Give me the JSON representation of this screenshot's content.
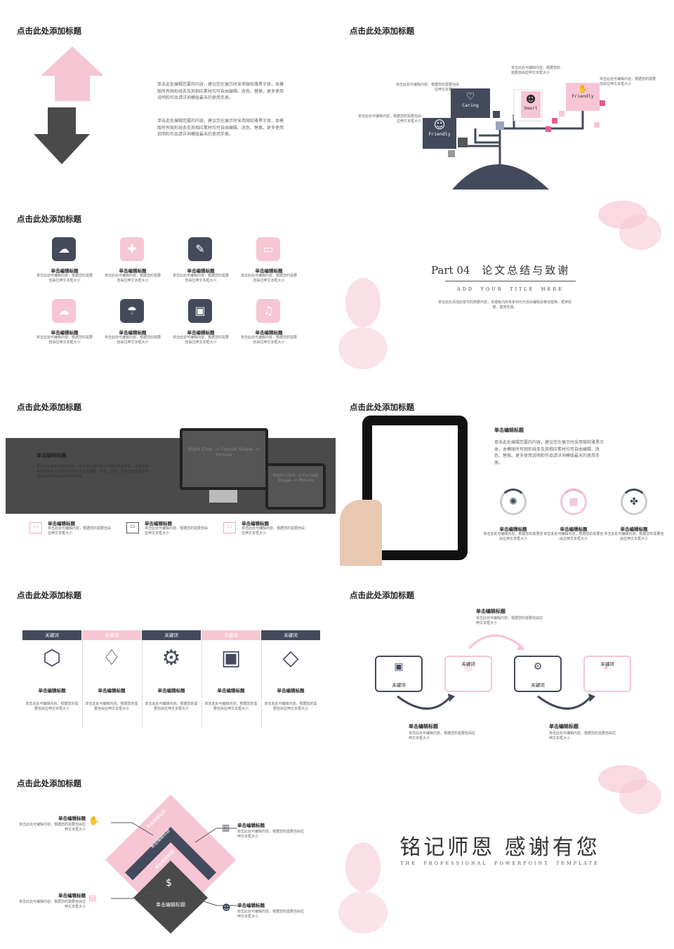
{
  "colors": {
    "dark": "#434a5c",
    "pink": "#f6c6d4",
    "gray": "#555555"
  },
  "slide1": {
    "title": "点击此处添加标题",
    "para1": "单击此处编辑您要的内容，建议您在展示时采用微软雅黑字体，本模版所有图形线条及其相应素材均可自由编辑、改色、替换。更多使用说明和作品请详询模版最末的使用手册。",
    "para2": "单击此处编辑您要的内容，建议您在展示时采用微软雅黑字体，本模版所有图形线条及其相应素材均可自由编辑、改色、替换。更多使用说明和作品请详询模版最末的使用手册。"
  },
  "slide2": {
    "title": "点击此处添加标题",
    "labels": {
      "caring": "Caring",
      "smart": "Smart",
      "friendly1": "Friendly",
      "friendly2": "Friendly"
    },
    "text_top": "单击此处可编辑内容，根据您的需要自由拉伸文本框大小",
    "text_right": "单击此处可编辑内容，根据您的需要自由拉伸文本框大小",
    "text_mid": "单击此处可编辑内容，根据您的需要自由拉伸文本框大小",
    "text_left": "单击此处可编辑内容，根据您的需要自由拉伸文本框大小"
  },
  "slide3": {
    "title": "点击此处添加标题",
    "items": [
      {
        "title": "单击编辑标题",
        "text": "单击此处可编辑内容，根据您的需要自由拉伸文本框大小",
        "icon": "cloud-download-icon"
      },
      {
        "title": "单击编辑标题",
        "text": "单击此处可编辑内容，根据您的需要自由拉伸文本框大小",
        "icon": "medical-kit-icon"
      },
      {
        "title": "单击编辑标题",
        "text": "单击此处可编辑内容，根据您的需要自由拉伸文本框大小",
        "icon": "brush-icon"
      },
      {
        "title": "单击编辑标题",
        "text": "单击此处可编辑内容，根据您的需要自由拉伸文本框大小",
        "icon": "chat-icon"
      },
      {
        "title": "单击编辑标题",
        "text": "单击此处可编辑内容，根据您的需要自由拉伸文本框大小",
        "icon": "cloud-upload-icon"
      },
      {
        "title": "单击编辑标题",
        "text": "单击此处可编辑内容，根据您的需要自由拉伸文本框大小",
        "icon": "umbrella-icon"
      },
      {
        "title": "单击编辑标题",
        "text": "单击此处可编辑内容，根据您的需要自由拉伸文本框大小",
        "icon": "car-icon"
      },
      {
        "title": "单击编辑标题",
        "text": "单击此处可编辑内容，根据您的需要自由拉伸文本框大小",
        "icon": "music-icon"
      }
    ]
  },
  "slide4": {
    "part": "Part 04",
    "heading": "论文总结与致谢",
    "subtitle": "ADD　YOUR　TITLE　HERE",
    "text": "单击此处添加此章节的简要内容，本模板内所有素材均可自由编辑及移动替换，框架完整，套用性强。"
  },
  "slide5": {
    "title": "点击此处添加标题",
    "box_title": "单击编辑标题",
    "box_text": "单击此处编辑您要的内容，建议您在展示时采用微软雅黑字体，本模版所有图形线条及其相应素材均可自由编辑、改色、替换。更多使用说明和作品请详询模版最末的使用手册。",
    "monitor_text": "Right Click -> Format Shape -> Picture",
    "tablet_text": "Right Click -> Format Shape -> Picture",
    "items": [
      {
        "title": "单击编辑标题",
        "text": "单击此处可编辑内容，根据您的需要自由拉伸文本框大小"
      },
      {
        "title": "单击编辑标题",
        "text": "单击此处可编辑内容，根据您的需要自由拉伸文本框大小"
      },
      {
        "title": "单击编辑标题",
        "text": "单击此处可编辑内容，根据您的需要自由拉伸文本框大小"
      }
    ]
  },
  "slide6": {
    "title": "点击此处添加标题",
    "heading": "单击编辑标题",
    "text": "单击此处编辑您要的内容，建议您在展示时采用微软雅黑字体，本模版所有图形线条及其相应素材均可自由编辑、改色、替换。更多使用说明和作品请详询模版最末的使用手册。",
    "items": [
      {
        "title": "单击编辑标题",
        "text": "单击此处可编辑内容，根据您的需要自由拉伸文本框大小"
      },
      {
        "title": "单击编辑标题",
        "text": "单击此处可编辑内容，根据您的需要自由拉伸文本框大小"
      },
      {
        "title": "单击编辑标题",
        "text": "单击此处可编辑内容，根据您的需要自由拉伸文本框大小"
      }
    ]
  },
  "slide7": {
    "title": "点击此处添加标题",
    "cols": [
      {
        "kw": "关键词",
        "title": "单击编辑标题",
        "text": "单击此处可编辑内容，根据您的需要自由拉伸文本框大小"
      },
      {
        "kw": "关键词",
        "title": "单击编辑标题",
        "text": "单击此处可编辑内容，根据您的需要自由拉伸文本框大小"
      },
      {
        "kw": "关键词",
        "title": "单击编辑标题",
        "text": "单击此处可编辑内容，根据您的需要自由拉伸文本框大小"
      },
      {
        "kw": "关键词",
        "title": "单击编辑标题",
        "text": "单击此处可编辑内容，根据您的需要自由拉伸文本框大小"
      },
      {
        "kw": "关键词",
        "title": "单击编辑标题",
        "text": "单击此处可编辑内容，根据您的需要自由拉伸文本框大小"
      }
    ]
  },
  "slide8": {
    "title": "点击此处添加标题",
    "top_title": "单击编辑标题",
    "top_text": "单击此处可编辑内容，根据您的需要自由拉伸文本框大小",
    "boxes": [
      "关键词",
      "关键词",
      "关键词",
      "关键词"
    ],
    "bl_title": "单击编辑标题",
    "bl_text": "单击此处可编辑内容，根据您的需要自由拉伸文本框大小",
    "br_title": "单击编辑标题",
    "br_text": "单击此处可编辑内容，根据您的需要自由拉伸文本框大小"
  },
  "slide9": {
    "title": "点击此处添加标题",
    "diamond_labels": [
      "单击编辑标题",
      "单击编辑标题",
      "单击编辑标题",
      "单击编辑标题"
    ],
    "items": [
      {
        "title": "单击编辑标题",
        "text": "单击此处可编辑内容，根据您的需要自由拉伸文本框大小"
      },
      {
        "title": "单击编辑标题",
        "text": "单击此处可编辑内容，根据您的需要自由拉伸文本框大小"
      },
      {
        "title": "单击编辑标题",
        "text": "单击此处可编辑内容，根据您的需要自由拉伸文本框大小"
      },
      {
        "title": "单击编辑标题",
        "text": "单击此处可编辑内容，根据您的需要自由拉伸文本框大小"
      }
    ]
  },
  "slide10": {
    "heading": "铭记师恩 感谢有您",
    "subtitle": "THE　PROFESSIONAL　POWERPOINT　TEMPLATE"
  }
}
